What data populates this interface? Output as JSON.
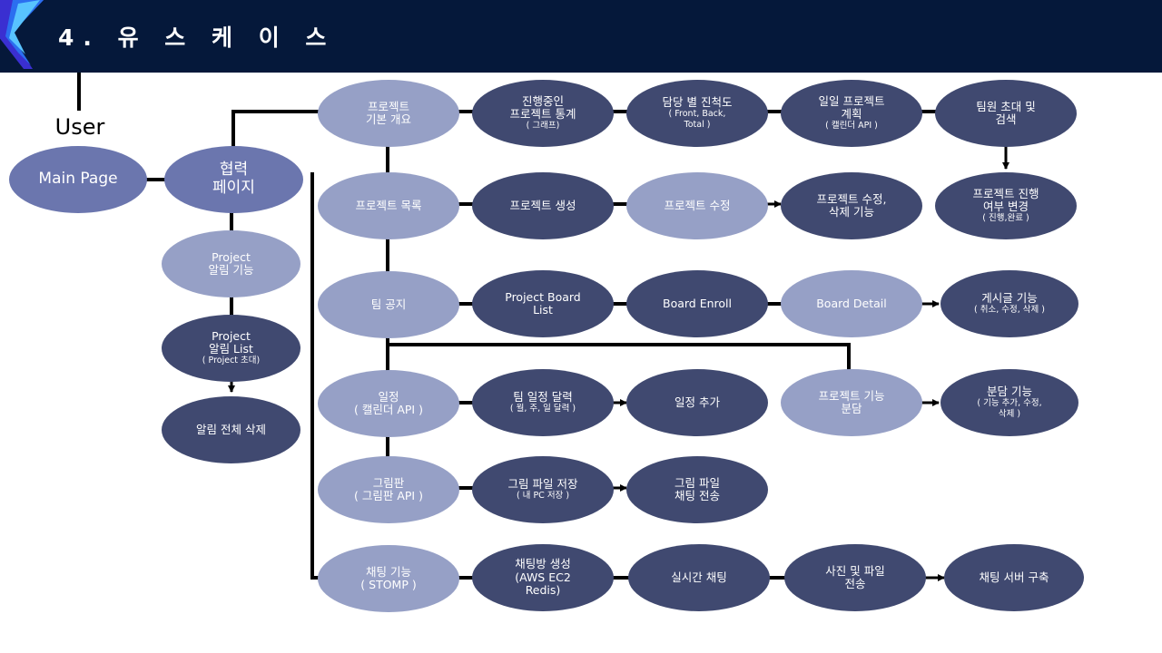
{
  "header": {
    "title": "4. 유 스 케 이 스"
  },
  "user_label": "User",
  "nodes": {
    "main_page": {
      "lines": [
        "Main Page"
      ],
      "sub": ""
    },
    "collab_page": {
      "lines": [
        "협력",
        "페이지"
      ],
      "sub": ""
    },
    "project_alarm": {
      "lines": [
        "Project",
        "알림 기능"
      ],
      "sub": ""
    },
    "project_alarm_list": {
      "lines": [
        "Project",
        "알림 List"
      ],
      "sub": "( Project 초대)"
    },
    "alarm_delete_all": {
      "lines": [
        "알림 전체 삭제"
      ],
      "sub": ""
    },
    "project_overview": {
      "lines": [
        "프로젝트",
        "기본 개요"
      ],
      "sub": ""
    },
    "project_stats": {
      "lines": [
        "진행중인",
        "프로젝트 통계"
      ],
      "sub": "( 그래프)"
    },
    "progress_by_owner": {
      "lines": [
        "담당 별 진척도"
      ],
      "sub": "( Front, Back,\nTotal )"
    },
    "daily_plan": {
      "lines": [
        "일일 프로젝트",
        "계획"
      ],
      "sub": "( 캘린더 API )"
    },
    "invite_search": {
      "lines": [
        "팀원 초대 및",
        "검색"
      ],
      "sub": ""
    },
    "project_list": {
      "lines": [
        "프로젝트 목록"
      ],
      "sub": ""
    },
    "project_create": {
      "lines": [
        "프로젝트 생성"
      ],
      "sub": ""
    },
    "project_edit": {
      "lines": [
        "프로젝트 수정"
      ],
      "sub": ""
    },
    "project_edit_delete": {
      "lines": [
        "프로젝트 수정,",
        "삭제 기능"
      ],
      "sub": ""
    },
    "project_progress_change": {
      "lines": [
        "프로젝트 진행",
        "여부 변경"
      ],
      "sub": "( 진행,완료 )"
    },
    "team_notice": {
      "lines": [
        "팀 공지"
      ],
      "sub": ""
    },
    "board_list": {
      "lines": [
        "Project Board",
        "List"
      ],
      "sub": ""
    },
    "board_enroll": {
      "lines": [
        "Board Enroll"
      ],
      "sub": ""
    },
    "board_detail": {
      "lines": [
        "Board Detail"
      ],
      "sub": ""
    },
    "post_features": {
      "lines": [
        "게시글 기능"
      ],
      "sub": "( 취소, 수정, 삭제 )"
    },
    "schedule": {
      "lines": [
        "일정",
        "( 캘린더 API )"
      ],
      "sub": ""
    },
    "team_calendar": {
      "lines": [
        "팀 일정 달력"
      ],
      "sub": "( 월, 주, 일 달력 )"
    },
    "schedule_add": {
      "lines": [
        "일정 추가"
      ],
      "sub": ""
    },
    "task_split": {
      "lines": [
        "프로젝트 기능",
        "분담"
      ],
      "sub": ""
    },
    "split_features": {
      "lines": [
        "분담 기능"
      ],
      "sub": "( 기능 추가, 수정,\n삭제 )"
    },
    "drawing_board": {
      "lines": [
        "그림판",
        "( 그림판 API )"
      ],
      "sub": ""
    },
    "drawing_save": {
      "lines": [
        "그림 파일 저장"
      ],
      "sub": "( 내 PC 저장 )"
    },
    "drawing_send": {
      "lines": [
        "그림 파일",
        "채팅 전송"
      ],
      "sub": ""
    },
    "chat": {
      "lines": [
        "채팅 기능",
        "( STOMP )"
      ],
      "sub": ""
    },
    "chat_room_create": {
      "lines": [
        "채팅방 생성",
        "(AWS EC2",
        "Redis)"
      ],
      "sub": ""
    },
    "realtime_chat": {
      "lines": [
        "실시간 채팅"
      ],
      "sub": ""
    },
    "photo_file_send": {
      "lines": [
        "사진 및 파일",
        "전송"
      ],
      "sub": ""
    },
    "chat_server": {
      "lines": [
        "채팅 서버 구축"
      ],
      "sub": ""
    }
  },
  "colors": {
    "header_bg": "#05183a",
    "light_node": "#96a0c6",
    "dark_node": "#404970",
    "mid_node": "#6b76ae",
    "line": "#000000"
  }
}
